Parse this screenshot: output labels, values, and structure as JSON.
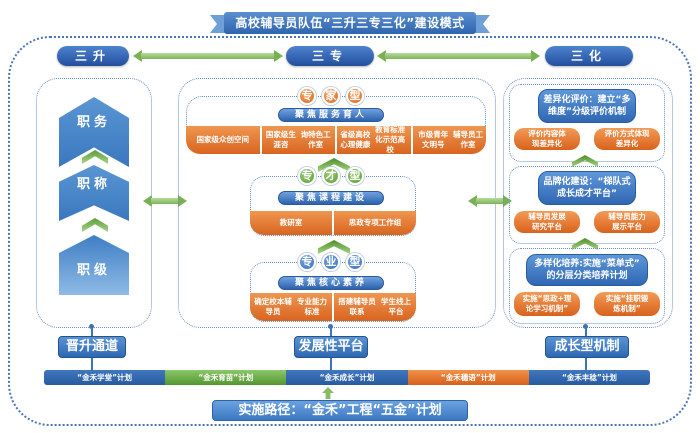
{
  "title": "高校辅导员队伍“三升三专三化”建设模式",
  "columns": {
    "left": {
      "header": "三升",
      "footer": "晋升通道",
      "levels": [
        "职务",
        "职称",
        "职级"
      ]
    },
    "middle": {
      "header": "三专",
      "footer": "发展性平台",
      "groups": [
        {
          "badge": [
            "专",
            "家",
            "型"
          ],
          "focus": "聚焦服务育人",
          "items": [
            "国家级众创空间",
            "国家级生涯咨询特色工作室",
            "省级高校心理健康教育标准化示范高校",
            "市级青年文明号辅导员工作室"
          ],
          "items_lines": [
            [
              "国家级",
              "众创空间"
            ],
            [
              "国家级生涯咨",
              "询特色工作室"
            ],
            [
              "省级高校心理健康",
              "教育标准化示范高校"
            ],
            [
              "市级青年文明号",
              "辅导员工作室"
            ]
          ]
        },
        {
          "badge": [
            "专",
            "才",
            "型"
          ],
          "focus": "聚焦课程建设",
          "items_lines": [
            [
              "教研室"
            ],
            [
              "思政专项工作组"
            ]
          ]
        },
        {
          "badge": [
            "专",
            "业",
            "型"
          ],
          "focus": "聚焦核心素养",
          "items_lines": [
            [
              "确定校本辅导员",
              "专业能力标准"
            ],
            [
              "搭建辅导员联系",
              "学生线上平台"
            ]
          ]
        }
      ]
    },
    "right": {
      "header": "三化",
      "footer": "成长型机制",
      "groups": [
        {
          "main": [
            "差异化评价：建立“多",
            "维度”分级评价机制"
          ],
          "subs": [
            [
              "评价内容体",
              "现差异化"
            ],
            [
              "评价方式体现",
              "差异化"
            ]
          ]
        },
        {
          "main": [
            "品牌化建设：“梯队式",
            "成长成才平台”"
          ],
          "subs": [
            [
              "辅导员发展",
              "研究平台"
            ],
            [
              "辅导员能力",
              "展示平台"
            ]
          ]
        },
        {
          "main": [
            "多样化培养:实施“菜单式”",
            "的分层分类培养计划"
          ],
          "subs": [
            [
              "实施“思政+理",
              "论学习机制”"
            ],
            [
              "实施“挂职锻",
              "炼机制”"
            ]
          ]
        }
      ]
    }
  },
  "plans": [
    {
      "label": "“金禾学堂”计划",
      "color": "blue"
    },
    {
      "label": "“金禾育苗”计划",
      "color": "green"
    },
    {
      "label": "“金禾成长”计划",
      "color": "blue"
    },
    {
      "label": "“金禾穗语”计划",
      "color": "orange"
    },
    {
      "label": "“金禾丰稔”计划",
      "color": "blue"
    }
  ],
  "implementation": "实施路径：“金禾”工程“五金”计划",
  "colors": {
    "blue": "#2f64ad",
    "orange": "#e0702a",
    "green": "#78b154"
  }
}
